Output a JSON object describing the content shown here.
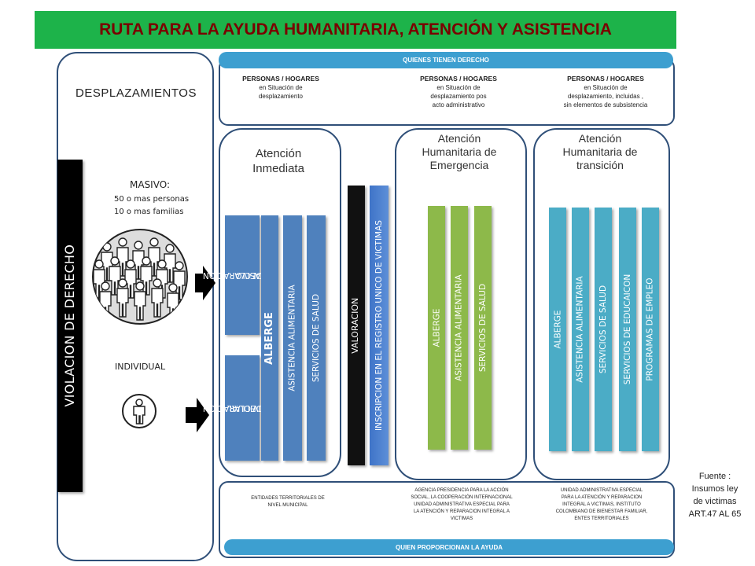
{
  "title": "RUTA PARA LA AYUDA HUMANITARIA, ATENCIÓN Y ASISTENCIA",
  "left": {
    "heading": "DESPLAZAMIENTOS",
    "violation": "VIOLACION DE DERECHO",
    "masivo_label": "MASIVO:",
    "masivo_line1": "50 o mas personas",
    "masivo_line2": "10 o mas familias",
    "individual_label": "INDIVIDUAL"
  },
  "top": {
    "bar_label": "QUIENES TIENEN DERECHO",
    "groups": [
      {
        "title": "PERSONAS / HOGARES",
        "line1": "en Situación de",
        "line2": "desplazamiento",
        "line3": ""
      },
      {
        "title": "PERSONAS / HOGARES",
        "line1": "en Situación de",
        "line2": "desplazamiento pos",
        "line3": "acto administrativo"
      },
      {
        "title": "PERSONAS / HOGARES",
        "line1": "en Situación de",
        "line2": "desplazamiento, incluidas ,",
        "line3": "sin elementos de subsistencia"
      }
    ]
  },
  "immediate": {
    "title_line1": "Atención",
    "title_line2": "Inmediata",
    "decl_masivo_1": "DECLARACION",
    "decl_masivo_2": "MASIVO",
    "decl_individual_1": "DECLARACION",
    "decl_individual_2": "INDIVIDUAL",
    "albergue": "ALBERGE",
    "asistencia": "ASISTENCIA ALIMENTARIA",
    "salud": "SERVICIOS DE SALUD"
  },
  "middle": {
    "valoracion": "VALORACION",
    "inscripcion": "INSCRIPCION EN EL REGISTRO UNICO DE VICTIMAS"
  },
  "emergency": {
    "title_line1": "Atención",
    "title_line2": "Humanitaria de",
    "title_line3": "Emergencia",
    "items": [
      "ALBERGE",
      "ASISTENCIA ALIMENTARIA",
      "SERVICIOS DE SALUD"
    ]
  },
  "transition": {
    "title_line1": "Atención",
    "title_line2": "Humanitaria de",
    "title_line3": "transición",
    "items": [
      "ALBERGE",
      "ASISTENCIA ALIMENTARIA",
      "SERVICIOS DE SALUD",
      "SERVICIOS DE EDUCAICON",
      "PROGRAMAS DE EMPLEO"
    ]
  },
  "bottom": {
    "bar_label": "QUIEN PROPORCIONAN LA AYUDA",
    "providers": [
      {
        "line1": "ENTIDADES TERRITORIALES DE",
        "line2": "NIVEL MUNICIPAL",
        "line3": "",
        "line4": "",
        "line5": "",
        "line6": ""
      },
      {
        "line1": "AGENCIA PRESIDENCIA PARA LA ACCIÓN",
        "line2": "SOCIAL, LA COOPERACIÓN INTERNACIONAL",
        "line3": "UNIDAD ADMINISTRATIVA ESPECIAL PARA",
        "line4": "LA ATENCIÓN Y REPARACION INTEGRAL A",
        "line5": "VICTIMAS",
        "line6": ""
      },
      {
        "line1": "UNIDAD ADMINISTRATIVA ESPECIAL",
        "line2": "PARA LA ATENCIÓN Y REPARACION",
        "line3": "INTEGRAL A VICTIMAS, INSTITUTO",
        "line4": "COLOMBIANO DE BIENESTAR FAMILIAR,",
        "line5": "ENTES TERRITORIALES",
        "line6": ""
      }
    ]
  },
  "source": {
    "line1": "Fuente :",
    "line2": "Insumos ley",
    "line3": "de victimas",
    "line4": "ART.47 AL 65"
  },
  "colors": {
    "banner": "#1db34a",
    "banner_text": "#7a0000",
    "immediate": "#4f81bd",
    "emergency": "#8db94a",
    "transition": "#4bacc6",
    "bar": "#3d9fd0",
    "border": "#2f4f78"
  },
  "icons": [
    "crowd-icon",
    "person-icon",
    "arrow-right-icon"
  ]
}
